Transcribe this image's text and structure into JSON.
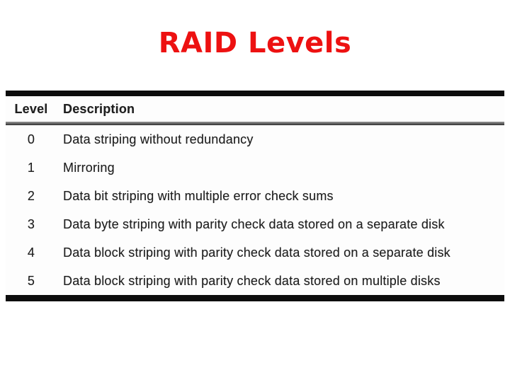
{
  "slide": {
    "title": "RAID Levels"
  },
  "colors": {
    "title": "#ed1111",
    "rule": "#0d0d0d",
    "text": "#1f1f1f"
  },
  "table": {
    "headers": {
      "level": "Level",
      "description": "Description"
    },
    "rows": [
      {
        "level": "0",
        "description": "Data striping without redundancy"
      },
      {
        "level": "1",
        "description": "Mirroring"
      },
      {
        "level": "2",
        "description": "Data bit striping with multiple error check sums"
      },
      {
        "level": "3",
        "description": "Data byte striping with parity check data stored on a separate disk"
      },
      {
        "level": "4",
        "description": "Data block striping with parity check data stored on a separate disk"
      },
      {
        "level": "5",
        "description": "Data block striping with parity check data stored on multiple disks"
      }
    ]
  }
}
